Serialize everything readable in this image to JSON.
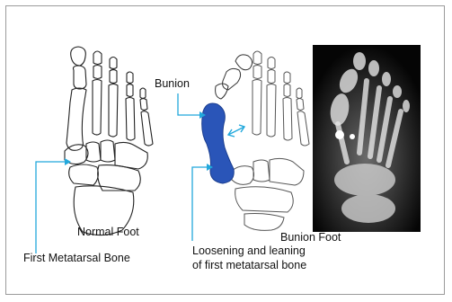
{
  "labels": {
    "bunion": "Bunion",
    "normal_foot": "Normal Foot",
    "bunion_foot": "Bunion Foot",
    "first_metatarsal": "First Metatarsal Bone",
    "loosening_line1": "Loosening and leaning",
    "loosening_line2": "of first metatarsal bone"
  },
  "colors": {
    "highlight_bone": "#2a55b8",
    "callout_line": "#22a8dc",
    "xray_background": "#050505"
  },
  "icons": [
    "double-arrow-icon"
  ]
}
